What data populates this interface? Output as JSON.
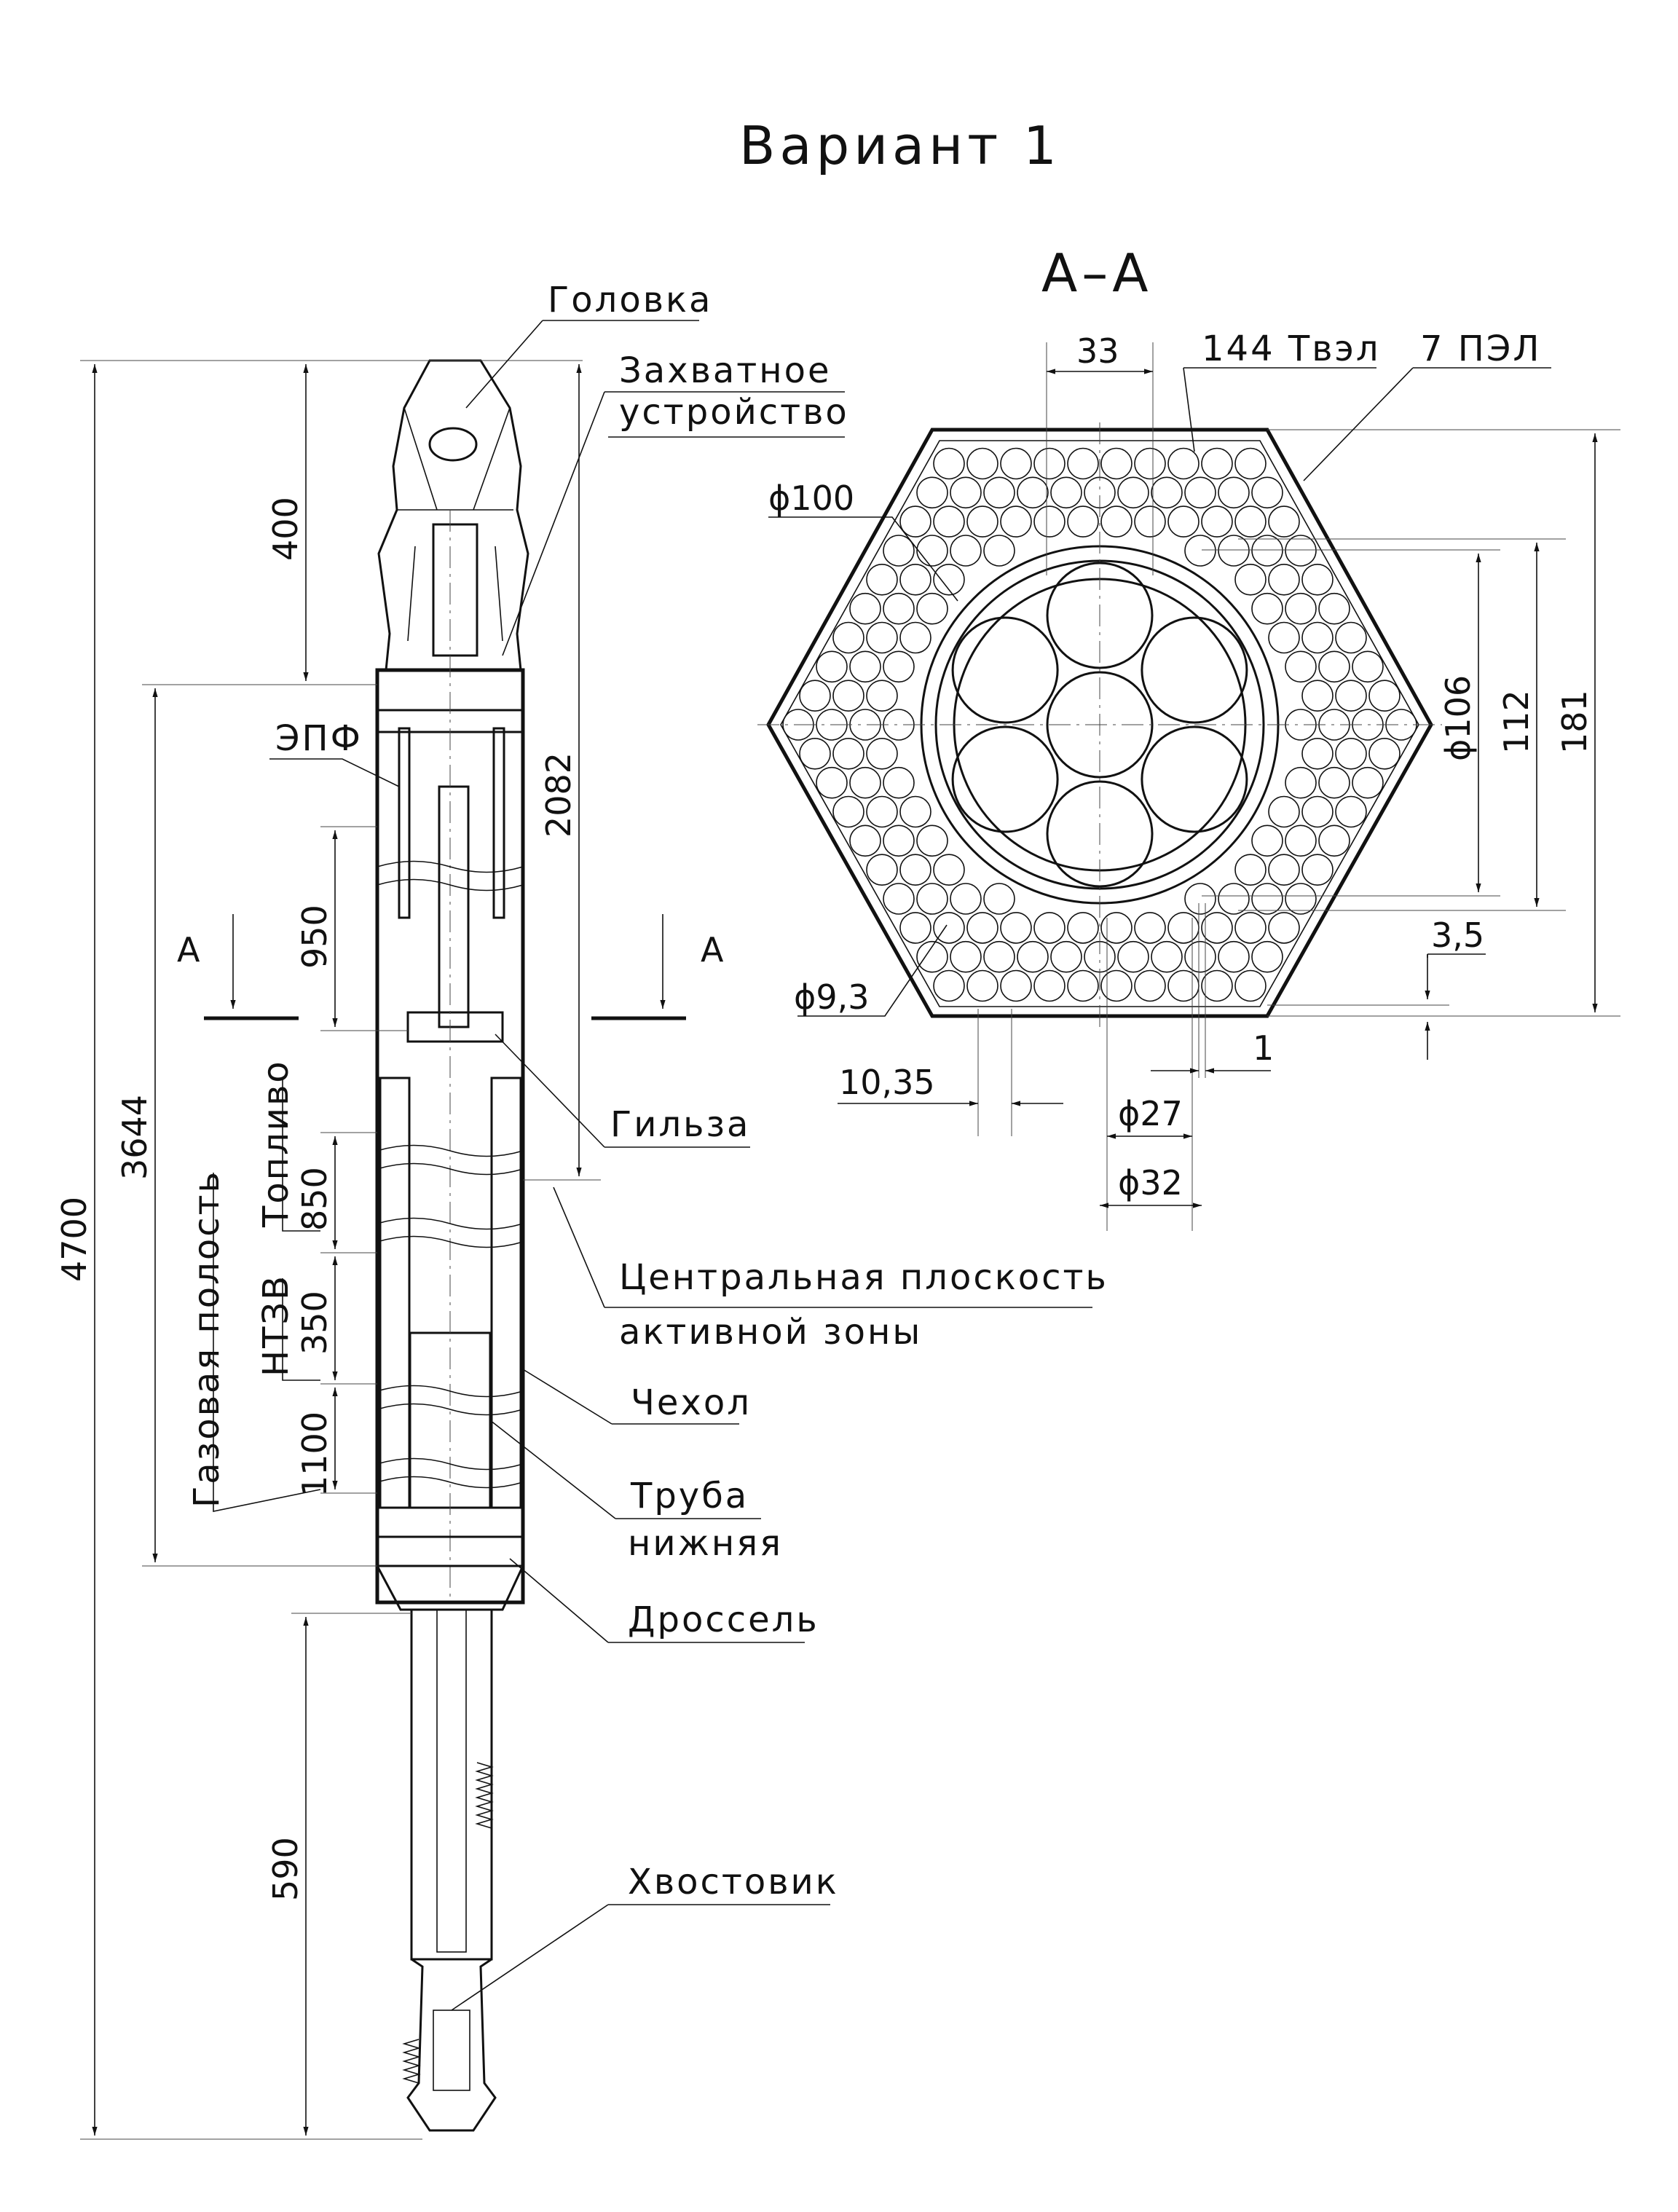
{
  "title": "Вариант 1",
  "section": {
    "label": "А–А",
    "cut_mark": "А",
    "tvel_count_label": "144 Твэл",
    "pel_count_label": "7 ПЭЛ",
    "dims": {
      "d100": "ϕ100",
      "d9_3": "ϕ9,3",
      "d33": "33",
      "d106": "ϕ106",
      "d112": "112",
      "d181": "181",
      "d3_5": "3,5",
      "d1": "1",
      "d10_35": "10,35",
      "d27": "ϕ27",
      "d32": "ϕ32"
    }
  },
  "assembly": {
    "labels": {
      "head": "Головка",
      "gripper_1": "Захватное",
      "gripper_2": "устройство",
      "epf": "ЭПФ",
      "sleeve": "Гильза",
      "fuel": "Топливо",
      "ntzv": "НТЗВ",
      "gas_cavity": "Газовая полость",
      "central_plane_1": "Центральная плоскость",
      "central_plane_2": "активной зоны",
      "casing": "Чехол",
      "tube_1": "Труба",
      "tube_2": "нижняя",
      "throttle": "Дроссель",
      "shank": "Хвостовик"
    },
    "dims": {
      "total": "4700",
      "head_len": "400",
      "gas_len": "3644",
      "upper_len": "2082",
      "epf_len": "950",
      "fuel_len": "850",
      "ntzv_len": "350",
      "lower_len": "1100",
      "shank_len": "590"
    }
  }
}
